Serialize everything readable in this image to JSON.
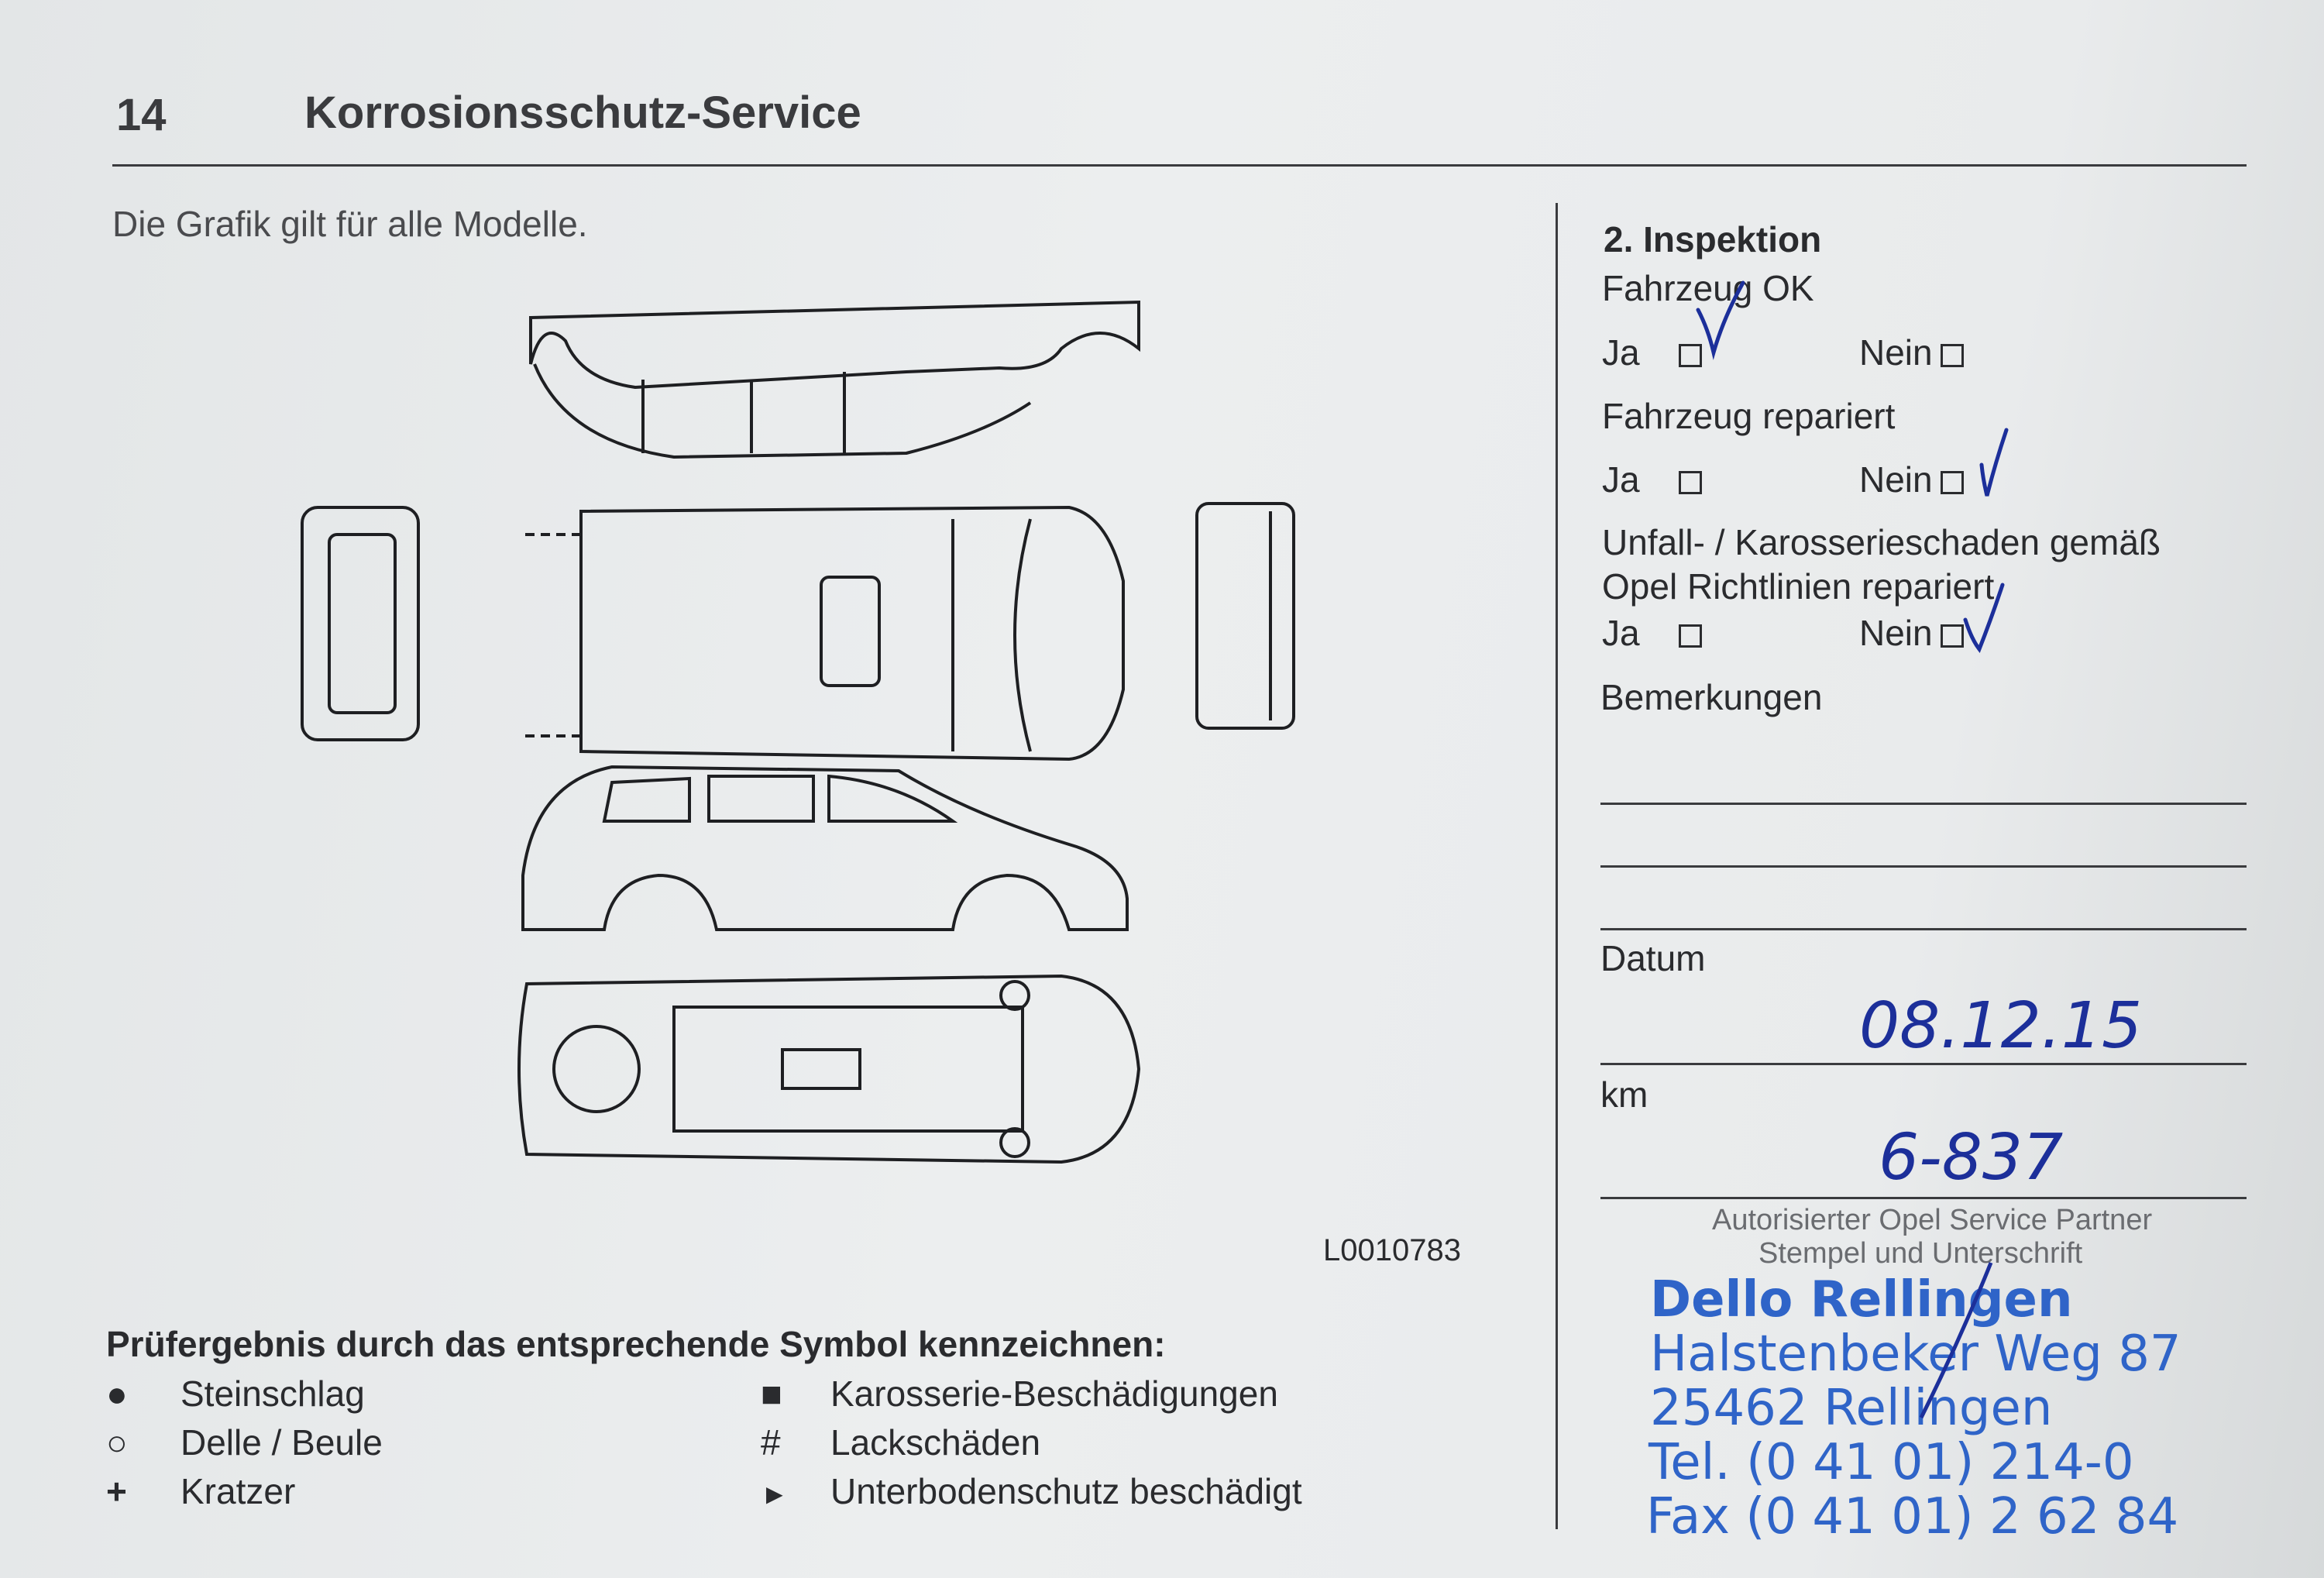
{
  "header": {
    "page_number": "14",
    "title": "Korrosionsschutz-Service"
  },
  "intro": "Die Grafik gilt für alle Modelle.",
  "figure_code": "L0010783",
  "legend": {
    "heading": "Prüfergebnis durch das entsprechende Symbol kennzeichnen:",
    "items": [
      {
        "symbol": "●",
        "label": "Steinschlag"
      },
      {
        "symbol": "○",
        "label": "Delle / Beule"
      },
      {
        "symbol": "+",
        "label": "Kratzer"
      },
      {
        "symbol": "■",
        "label": "Karosserie-Beschädigungen"
      },
      {
        "symbol": "#",
        "label": "Lackschäden"
      },
      {
        "symbol": "►",
        "label": "Unterbodenschutz beschädigt"
      }
    ]
  },
  "inspection": {
    "title": "2. Inspektion",
    "q1": {
      "label": "Fahrzeug OK",
      "yes": "Ja",
      "no": "Nein",
      "checked": "yes"
    },
    "q2": {
      "label": "Fahrzeug repariert",
      "yes": "Ja",
      "no": "Nein",
      "checked": "no"
    },
    "q3": {
      "label_line1": "Unfall- / Karosserieschaden gemäß",
      "label_line2": "Opel Richtlinien repariert",
      "yes": "Ja",
      "no": "Nein",
      "checked": "no"
    },
    "remarks_label": "Bemerkungen",
    "date_label": "Datum",
    "date_value": "08.12.15",
    "km_label": "km",
    "km_value": "6-837",
    "partner_label": "Autorisierter Opel Service Partner",
    "signature_label": "Stempel und Unterschrift"
  },
  "stamp": {
    "name": "Dello Rellingen",
    "street": "Halstenbeker Weg 87",
    "city": "25462 Rellingen",
    "tel": "Tel. (0 41 01) 214-0",
    "fax": "Fax (0 41 01) 2 62 84"
  },
  "colors": {
    "ink": "#1c2f9a",
    "stamp": "#2f64c8",
    "paper": "#e9ebec"
  }
}
